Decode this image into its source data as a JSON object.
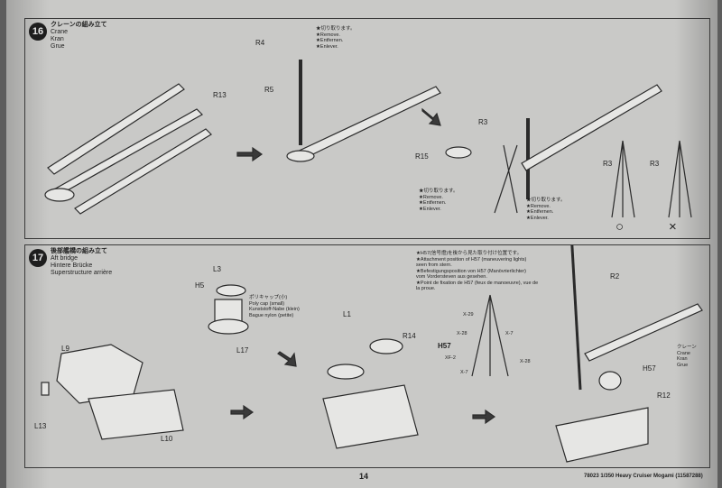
{
  "step16": {
    "number": "16",
    "title_jp": "クレーンの組み立て",
    "title_de": "Crane",
    "title_en": "Kran",
    "title_fr": "Grue",
    "parts": [
      "R13",
      "R4",
      "R5",
      "R3",
      "R15",
      "R3",
      "R3"
    ],
    "cut_note_1": [
      "★切り取ります。",
      "★Remove.",
      "★Entfernen.",
      "★Enlever."
    ],
    "cut_note_2": [
      "★切り取ります。",
      "★Remove.",
      "★Entfernen.",
      "★Enlever."
    ],
    "cut_note_3": [
      "★切り取ります。",
      "★Remove.",
      "★Entfernen.",
      "★Enlever."
    ],
    "ok_symbol": "○",
    "ng_symbol": "×"
  },
  "step17": {
    "number": "17",
    "title_jp": "後部艦橋の組み立て",
    "title_en": "Aft bridge",
    "title_de": "Hintere Brücke",
    "title_fr": "Superstructure arrière",
    "parts": [
      "L3",
      "H5",
      "L17",
      "L9",
      "L13",
      "L10",
      "L1",
      "R14",
      "R2",
      "H57",
      "R12"
    ],
    "polycap": [
      "ポリキャップ(小)",
      "Poly cap (small)",
      "Kunststoff-Nabe (klein)",
      "Bague nylon (petite)"
    ],
    "h57_note": [
      "★H57(信号燈)を後から見た取り付け位置です。",
      "★Attachment position of H57 (maneuvering lights)",
      "seen from stern.",
      "★Befestigungsposition von H57 (Manövrierlichter)",
      "vom Vordersteven aus gesehen.",
      "★Point de fixation de H57 (feux de manoeuvre), vue de",
      "la proue."
    ],
    "detail_labels": [
      "X-29",
      "X-28",
      "H57",
      "XF-2",
      "X-7",
      "X-7",
      "X-28"
    ],
    "crane_label": [
      "クレーン",
      "Crane",
      "Kran",
      "Grue"
    ]
  },
  "page_number": "14",
  "footer": "78023 1/350 Heavy Cruiser Mogami (11587288)"
}
